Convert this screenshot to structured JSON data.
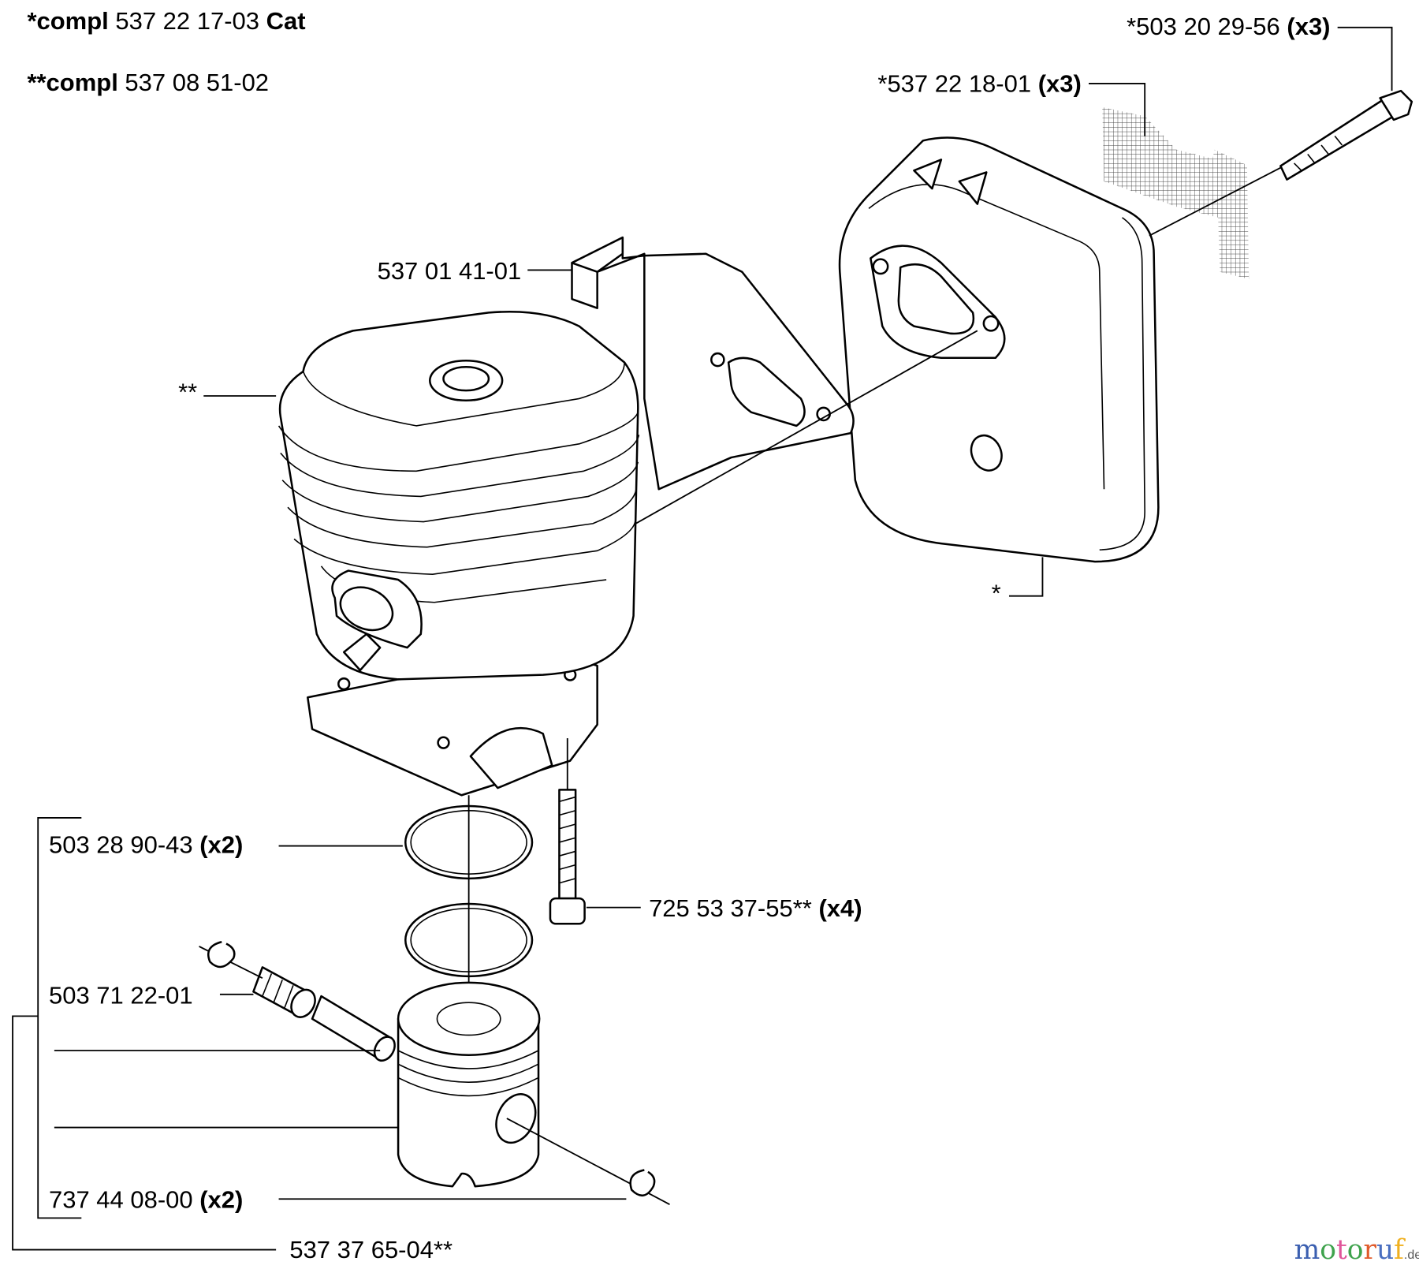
{
  "header": {
    "line1": {
      "prefix": "*compl",
      "number": "537 22 17-03",
      "suffix": "Cat"
    },
    "line2": {
      "prefix": "**compl",
      "number": "537 08 51-02"
    }
  },
  "callouts": {
    "bolt_muffler": {
      "number": "*503 20 29-56",
      "qty": "(x3)"
    },
    "screen": {
      "number": "*537 22 18-01",
      "qty": "(x3)"
    },
    "gasket": {
      "number": "537 01 41-01"
    },
    "cylinder": {
      "number": "**"
    },
    "muffler": {
      "number": "*"
    },
    "piston_rings": {
      "number": "503 28 90-43",
      "qty": "(x2)"
    },
    "cylinder_bolt": {
      "number": "725 53 37-55**",
      "qty": "(x4)"
    },
    "needle_bearing": {
      "number": "503 71 22-01"
    },
    "circlip": {
      "number": "737 44 08-00",
      "qty": "(x2)"
    },
    "piston_kit": {
      "number": "537 37 65-04**"
    }
  },
  "watermark": {
    "text": "motoruf",
    "tld": ".de",
    "colors": [
      "#3b5fb0",
      "#3fa34d",
      "#e0559a",
      "#3fa34d",
      "#e05a2a",
      "#4a6fc0",
      "#f0b020"
    ]
  }
}
